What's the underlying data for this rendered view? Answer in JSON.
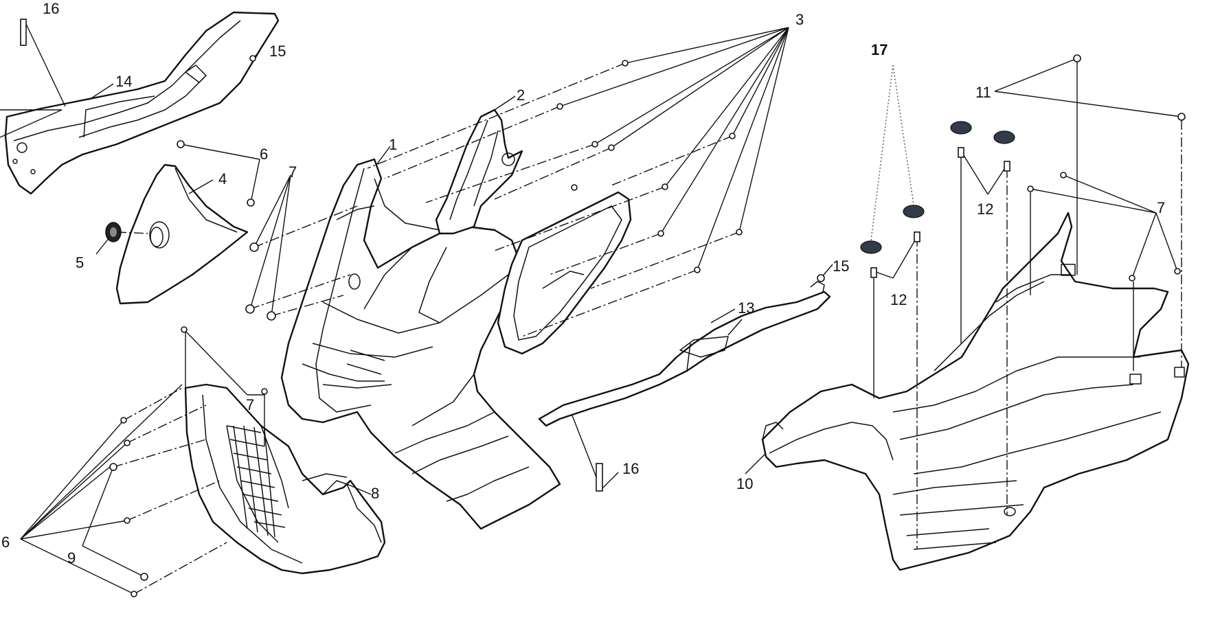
{
  "callouts": {
    "c1": "1",
    "c2": "2",
    "c3": "3",
    "c4": "4",
    "c5": "5",
    "c6a": "6",
    "c6b": "6",
    "c7a": "7",
    "c7b": "7",
    "c7c": "7",
    "c8": "8",
    "c9": "9",
    "c10": "10",
    "c11": "11",
    "c12a": "12",
    "c12b": "12",
    "c13": "13",
    "c14": "14",
    "c15a": "15",
    "c15b": "15",
    "c16a": "16",
    "c16b": "16",
    "c17": "17"
  },
  "colors": {
    "line": "#111111",
    "background": "#ffffff",
    "grommet": "#333a4a"
  }
}
